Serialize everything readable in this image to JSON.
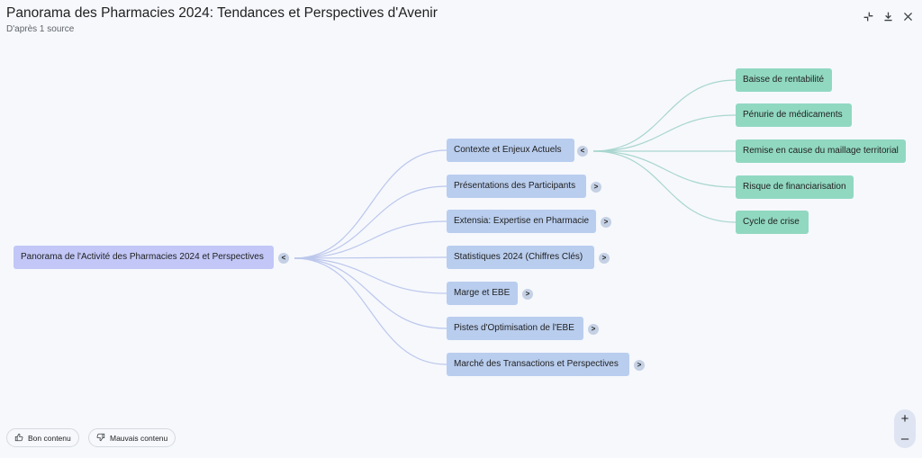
{
  "header": {
    "title": "Panorama des Pharmacies 2024: Tendances et Perspectives d'Avenir",
    "subtitle": "D'après 1 source"
  },
  "toolbar": {
    "icons": [
      "collapse-icon",
      "download-icon",
      "close-icon"
    ]
  },
  "mindmap": {
    "root": {
      "label": "Panorama de l'Activité des Pharmacies 2024 et Perspectives",
      "toggle": "<"
    },
    "branches": [
      {
        "label": "Contexte et Enjeux Actuels",
        "toggle": "<"
      },
      {
        "label": "Présentations des Participants",
        "toggle": ">"
      },
      {
        "label": "Extensia: Expertise en Pharmacie",
        "toggle": ">"
      },
      {
        "label": "Statistiques 2024 (Chiffres Clés)",
        "toggle": ">"
      },
      {
        "label": "Marge et EBE",
        "toggle": ">"
      },
      {
        "label": "Pistes d'Optimisation de l'EBE",
        "toggle": ">"
      },
      {
        "label": "Marché des Transactions et Perspectives",
        "toggle": ">"
      }
    ],
    "leaves": [
      {
        "label": "Baisse de rentabilité"
      },
      {
        "label": "Pénurie de médicaments"
      },
      {
        "label": "Remise en cause du maillage territorial"
      },
      {
        "label": "Risque de financiarisation"
      },
      {
        "label": "Cycle de crise"
      }
    ]
  },
  "feedback": {
    "good": "Bon contenu",
    "bad": "Mauvais contenu"
  },
  "zoom": {
    "in": "+",
    "out": "–"
  }
}
